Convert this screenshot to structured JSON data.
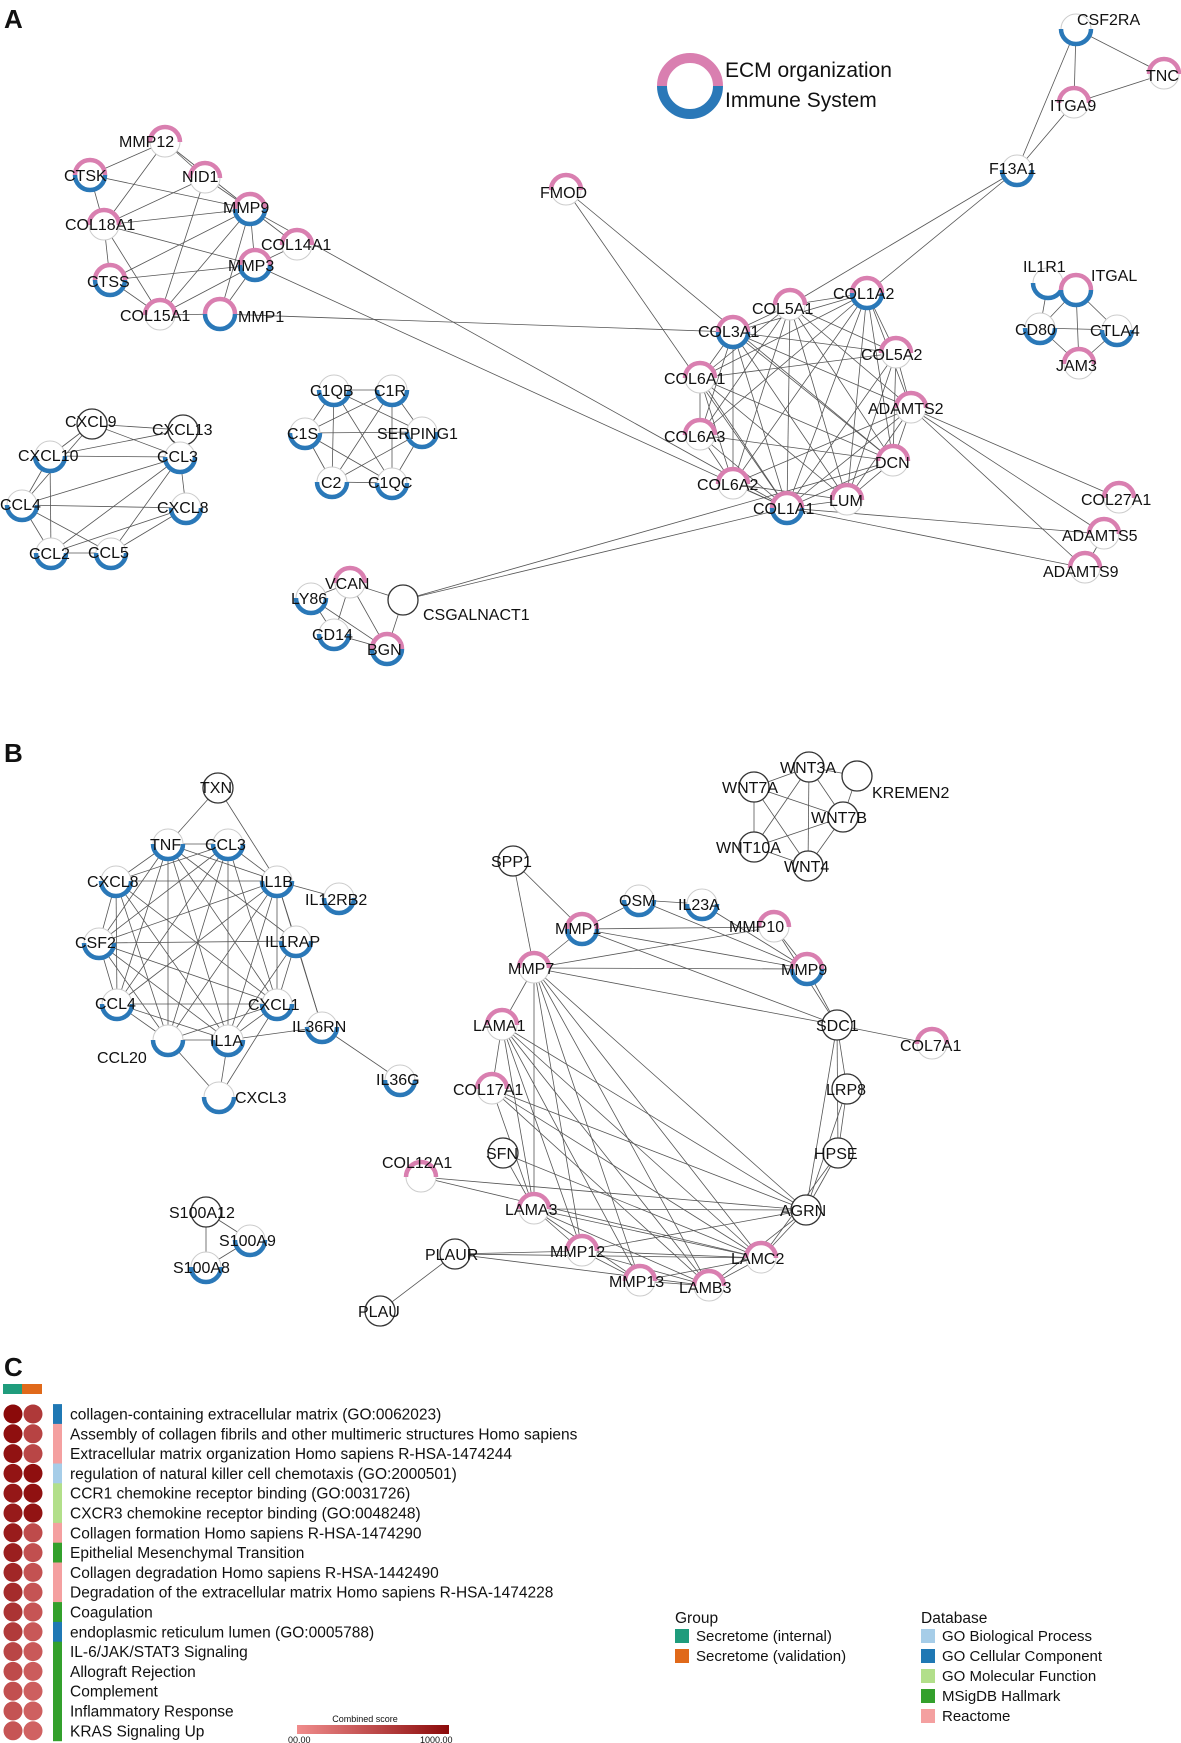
{
  "panel_labels": [
    "A",
    "B",
    "C"
  ],
  "ring_colors": {
    "ecm": "#d97fb0",
    "immune": "#2a78b8",
    "none_stroke": "#333333",
    "halo": "#cccccc"
  },
  "ring_legend": {
    "ecm_label": "ECM organization",
    "immune_label": "Immune System"
  },
  "networks": [
    {
      "panel": "A",
      "nodes": [
        {
          "label": "CSF2RA",
          "ecm": false,
          "immune": true
        },
        {
          "label": "TNC",
          "ecm": true,
          "immune": false
        },
        {
          "label": "ITGA9",
          "ecm": true,
          "immune": false
        },
        {
          "label": "F13A1",
          "ecm": false,
          "immune": true
        },
        {
          "label": "MMP12",
          "ecm": true,
          "immune": false
        },
        {
          "label": "CTSK",
          "ecm": true,
          "immune": true
        },
        {
          "label": "NID1",
          "ecm": true,
          "immune": false
        },
        {
          "label": "MMP9",
          "ecm": true,
          "immune": true
        },
        {
          "label": "COL18A1",
          "ecm": true,
          "immune": false
        },
        {
          "label": "COL14A1",
          "ecm": true,
          "immune": false
        },
        {
          "label": "MMP3",
          "ecm": true,
          "immune": true
        },
        {
          "label": "CTSS",
          "ecm": true,
          "immune": true
        },
        {
          "label": "COL15A1",
          "ecm": true,
          "immune": false
        },
        {
          "label": "MMP1",
          "ecm": true,
          "immune": true
        },
        {
          "label": "FMOD",
          "ecm": true,
          "immune": false
        },
        {
          "label": "IL1R1",
          "ecm": false,
          "immune": true
        },
        {
          "label": "ITGAL",
          "ecm": true,
          "immune": true
        },
        {
          "label": "CD80",
          "ecm": false,
          "immune": true
        },
        {
          "label": "CTLA4",
          "ecm": false,
          "immune": true
        },
        {
          "label": "JAM3",
          "ecm": true,
          "immune": false
        },
        {
          "label": "COL5A1",
          "ecm": true,
          "immune": false
        },
        {
          "label": "COL1A2",
          "ecm": true,
          "immune": true
        },
        {
          "label": "COL3A1",
          "ecm": true,
          "immune": true
        },
        {
          "label": "COL5A2",
          "ecm": true,
          "immune": false
        },
        {
          "label": "COL6A1",
          "ecm": true,
          "immune": false
        },
        {
          "label": "ADAMTS2",
          "ecm": true,
          "immune": false
        },
        {
          "label": "COL6A3",
          "ecm": true,
          "immune": false
        },
        {
          "label": "DCN",
          "ecm": true,
          "immune": false
        },
        {
          "label": "COL6A2",
          "ecm": true,
          "immune": false
        },
        {
          "label": "LUM",
          "ecm": true,
          "immune": false
        },
        {
          "label": "COL1A1",
          "ecm": true,
          "immune": true
        },
        {
          "label": "COL27A1",
          "ecm": true,
          "immune": false
        },
        {
          "label": "ADAMTS5",
          "ecm": true,
          "immune": false
        },
        {
          "label": "ADAMTS9",
          "ecm": true,
          "immune": false
        },
        {
          "label": "C1QB",
          "ecm": false,
          "immune": true
        },
        {
          "label": "C1R",
          "ecm": false,
          "immune": true
        },
        {
          "label": "C1S",
          "ecm": false,
          "immune": true
        },
        {
          "label": "SERPING1",
          "ecm": false,
          "immune": true
        },
        {
          "label": "C2",
          "ecm": false,
          "immune": true
        },
        {
          "label": "C1QC",
          "ecm": false,
          "immune": true
        },
        {
          "label": "CXCL9",
          "ecm": false,
          "immune": false
        },
        {
          "label": "CXCL13",
          "ecm": false,
          "immune": false
        },
        {
          "label": "CXCL10",
          "ecm": false,
          "immune": true
        },
        {
          "label": "CCL3",
          "ecm": false,
          "immune": true
        },
        {
          "label": "CCL4",
          "ecm": false,
          "immune": true
        },
        {
          "label": "CXCL8",
          "ecm": false,
          "immune": true
        },
        {
          "label": "CCL2",
          "ecm": false,
          "immune": true
        },
        {
          "label": "CCL5",
          "ecm": false,
          "immune": true
        },
        {
          "label": "VCAN",
          "ecm": true,
          "immune": false
        },
        {
          "label": "LY86",
          "ecm": false,
          "immune": true
        },
        {
          "label": "CSGALNACT1",
          "ecm": false,
          "immune": false
        },
        {
          "label": "CD14",
          "ecm": false,
          "immune": true
        },
        {
          "label": "BGN",
          "ecm": true,
          "immune": true
        }
      ]
    },
    {
      "panel": "B",
      "nodes": [
        {
          "label": "TXN",
          "ecm": false,
          "immune": false
        },
        {
          "label": "TNF",
          "ecm": false,
          "immune": true
        },
        {
          "label": "CCL3",
          "ecm": false,
          "immune": true
        },
        {
          "label": "CXCL8",
          "ecm": false,
          "immune": true
        },
        {
          "label": "IL1B",
          "ecm": false,
          "immune": true
        },
        {
          "label": "IL12RB2",
          "ecm": false,
          "immune": true
        },
        {
          "label": "CSF2",
          "ecm": false,
          "immune": true
        },
        {
          "label": "IL1RAP",
          "ecm": false,
          "immune": true
        },
        {
          "label": "CCL4",
          "ecm": false,
          "immune": true
        },
        {
          "label": "CXCL1",
          "ecm": false,
          "immune": true
        },
        {
          "label": "IL36RN",
          "ecm": false,
          "immune": true
        },
        {
          "label": "IL1A",
          "ecm": false,
          "immune": true
        },
        {
          "label": "CCL20",
          "ecm": false,
          "immune": true
        },
        {
          "label": "IL36G",
          "ecm": false,
          "immune": true
        },
        {
          "label": "CXCL3",
          "ecm": false,
          "immune": true
        },
        {
          "label": "WNT3A",
          "ecm": false,
          "immune": false
        },
        {
          "label": "WNT7A",
          "ecm": false,
          "immune": false
        },
        {
          "label": "KREMEN2",
          "ecm": false,
          "immune": false
        },
        {
          "label": "WNT7B",
          "ecm": false,
          "immune": false
        },
        {
          "label": "WNT10A",
          "ecm": false,
          "immune": false
        },
        {
          "label": "WNT4",
          "ecm": false,
          "immune": false
        },
        {
          "label": "SPP1",
          "ecm": false,
          "immune": false
        },
        {
          "label": "OSM",
          "ecm": false,
          "immune": true
        },
        {
          "label": "IL23A",
          "ecm": false,
          "immune": true
        },
        {
          "label": "MMP1",
          "ecm": true,
          "immune": true
        },
        {
          "label": "MMP10",
          "ecm": true,
          "immune": false
        },
        {
          "label": "MMP7",
          "ecm": true,
          "immune": false
        },
        {
          "label": "MMP9",
          "ecm": true,
          "immune": true
        },
        {
          "label": "LAMA1",
          "ecm": true,
          "immune": false
        },
        {
          "label": "SDC1",
          "ecm": false,
          "immune": false
        },
        {
          "label": "COL7A1",
          "ecm": true,
          "immune": false
        },
        {
          "label": "COL17A1",
          "ecm": true,
          "immune": false
        },
        {
          "label": "LRP8",
          "ecm": false,
          "immune": false
        },
        {
          "label": "SFN",
          "ecm": false,
          "immune": false
        },
        {
          "label": "HPSE",
          "ecm": false,
          "immune": false
        },
        {
          "label": "COL12A1",
          "ecm": true,
          "immune": false
        },
        {
          "label": "AGRN",
          "ecm": false,
          "immune": false
        },
        {
          "label": "LAMA3",
          "ecm": true,
          "immune": false
        },
        {
          "label": "S100A12",
          "ecm": false,
          "immune": false
        },
        {
          "label": "S100A9",
          "ecm": false,
          "immune": true
        },
        {
          "label": "PLAUR",
          "ecm": false,
          "immune": false
        },
        {
          "label": "MMP12",
          "ecm": true,
          "immune": false
        },
        {
          "label": "LAMC2",
          "ecm": true,
          "immune": false
        },
        {
          "label": "S100A8",
          "ecm": false,
          "immune": true
        },
        {
          "label": "MMP13",
          "ecm": true,
          "immune": false
        },
        {
          "label": "LAMB3",
          "ecm": true,
          "immune": false
        },
        {
          "label": "PLAU",
          "ecm": false,
          "immune": false
        }
      ]
    }
  ],
  "enrichment": {
    "column_colors": [
      "#1f9c7c",
      "#e0691a"
    ],
    "rows": [
      {
        "term": "collagen-containing extracellular matrix (GO:0062023)",
        "db": "GO Cellular Component",
        "internal": 1000,
        "validation": 640
      },
      {
        "term": "Assembly of collagen fibrils and other multimeric structures Homo sapiens",
        "db": "Reactome",
        "internal": 960,
        "validation": 560
      },
      {
        "term": "Extracellular matrix organization Homo sapiens R-HSA-1474244",
        "db": "Reactome",
        "internal": 940,
        "validation": 540
      },
      {
        "term": "regulation of natural killer cell chemotaxis (GO:2000501)",
        "db": "GO Biological Process",
        "internal": 920,
        "validation": 960
      },
      {
        "term": "CCR1 chemokine receptor binding (GO:0031726)",
        "db": "GO Molecular Function",
        "internal": 900,
        "validation": 950
      },
      {
        "term": "CXCR3 chemokine receptor binding (GO:0048248)",
        "db": "GO Molecular Function",
        "internal": 880,
        "validation": 930
      },
      {
        "term": "Collagen formation Homo sapiens R-HSA-1474290",
        "db": "Reactome",
        "internal": 860,
        "validation": 500
      },
      {
        "term": "Epithelial Mesenchymal Transition",
        "db": "MSigDB Hallmark",
        "internal": 840,
        "validation": 470
      },
      {
        "term": "Collagen degradation Homo sapiens R-HSA-1442490",
        "db": "Reactome",
        "internal": 780,
        "validation": 450
      },
      {
        "term": "Degradation of the extracellular matrix Homo sapiens R-HSA-1474228",
        "db": "Reactome",
        "internal": 740,
        "validation": 430
      },
      {
        "term": "Coagulation",
        "db": "MSigDB Hallmark",
        "internal": 680,
        "validation": 420
      },
      {
        "term": "endoplasmic reticulum lumen (GO:0005788)",
        "db": "GO Cellular Component",
        "internal": 620,
        "validation": 400
      },
      {
        "term": "IL-6/JAK/STAT3 Signaling",
        "db": "MSigDB Hallmark",
        "internal": 540,
        "validation": 390
      },
      {
        "term": "Allograft Rejection",
        "db": "MSigDB Hallmark",
        "internal": 500,
        "validation": 370
      },
      {
        "term": "Complement",
        "db": "MSigDB Hallmark",
        "internal": 460,
        "validation": 350
      },
      {
        "term": "Inflammatory Response",
        "db": "MSigDB Hallmark",
        "internal": 440,
        "validation": 340
      },
      {
        "term": "KRAS Signaling Up",
        "db": "MSigDB Hallmark",
        "internal": 420,
        "validation": 320
      }
    ],
    "colorbar": {
      "title": "Combined score",
      "min_label": "00.00",
      "max_label": "1000.00",
      "min": 0,
      "max": 1000,
      "low_color": "#f08c8c",
      "high_color": "#8b0a0a"
    },
    "group_legend": {
      "title": "Group",
      "items": [
        {
          "label": "Secretome (internal)",
          "color": "#1f9c7c"
        },
        {
          "label": "Secretome (validation)",
          "color": "#e0691a"
        }
      ]
    },
    "database_legend": {
      "title": "Database",
      "items": [
        {
          "label": "GO Biological Process",
          "color": "#a6cde8"
        },
        {
          "label": "GO Cellular Component",
          "color": "#1f78b4"
        },
        {
          "label": "GO Molecular Function",
          "color": "#b2df8a"
        },
        {
          "label": "MSigDB Hallmark",
          "color": "#33a02c"
        },
        {
          "label": "Reactome",
          "color": "#f4a0a0"
        }
      ]
    }
  }
}
